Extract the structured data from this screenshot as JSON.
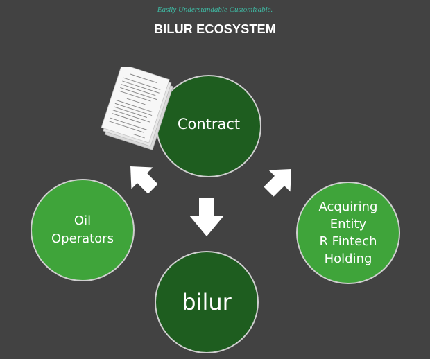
{
  "header": {
    "subtitle": "Easily Understandable Customizable.",
    "title": "BILUR ECOSYSTEM"
  },
  "nodes": {
    "contract": {
      "label": "Contract"
    },
    "bilur": {
      "label": "bilur"
    },
    "oil_operators": {
      "lines": [
        "Oil",
        "Operators"
      ]
    },
    "acquiring_entity": {
      "lines": [
        "Acquiring",
        "Entity",
        "R Fintech",
        "Holding"
      ]
    }
  },
  "colors": {
    "background": "#424242",
    "dark_green": "#1e5d1f",
    "light_green": "#3fa43a",
    "subtitle_teal": "#3fb9a3"
  },
  "icons": {
    "contract_document": "document-stack-icon"
  }
}
